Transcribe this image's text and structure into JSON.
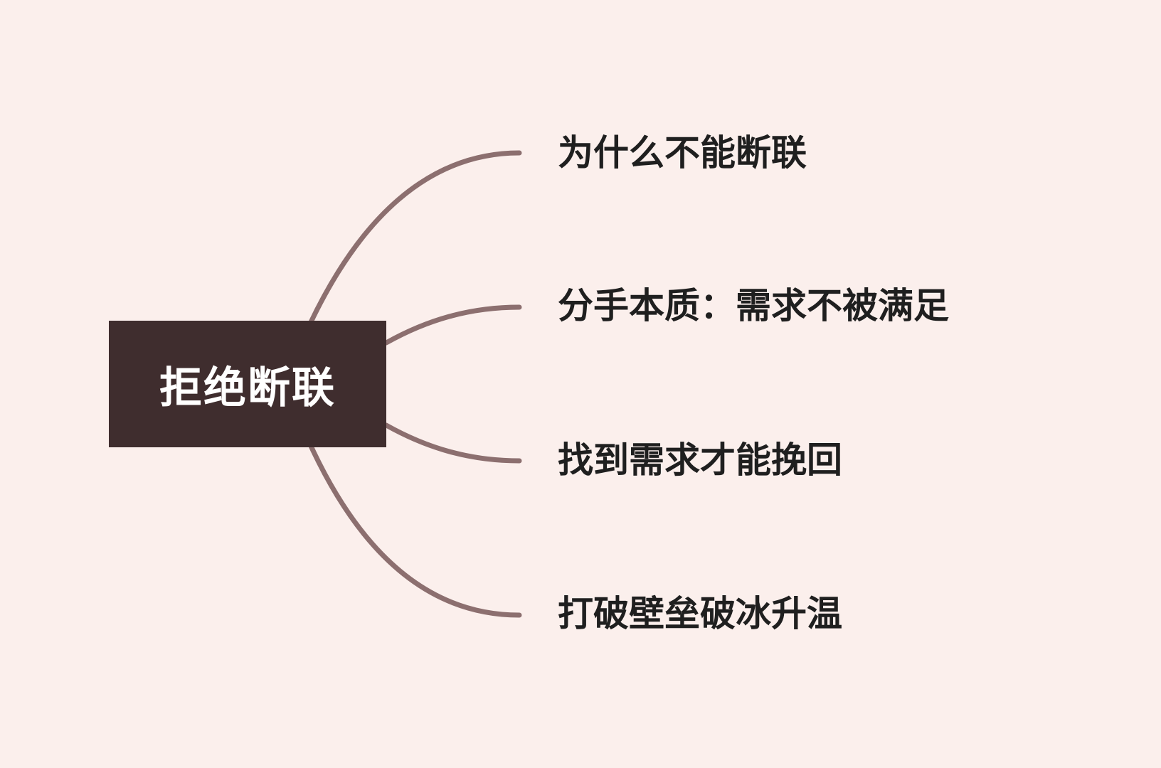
{
  "mindmap": {
    "root": {
      "label": "拒绝断联"
    },
    "branches": [
      {
        "label": "为什么不能断联"
      },
      {
        "label": "分手本质：需求不被满足"
      },
      {
        "label": "找到需求才能挽回"
      },
      {
        "label": "打破壁垒破冰升温"
      }
    ]
  },
  "colors": {
    "background": "#fbefec",
    "root_fill": "#3f2d2e",
    "root_text": "#ffffff",
    "connector": "#8c6f6f",
    "branch_text": "#1f1f1f"
  }
}
